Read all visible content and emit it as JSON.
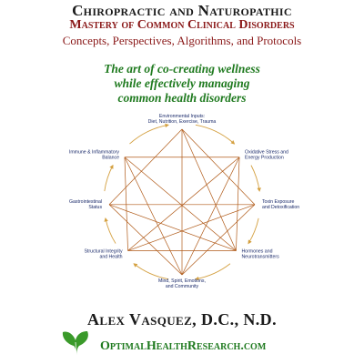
{
  "cover": {
    "title_line1": "Chiropractic and Naturopathic",
    "title_line2": "Mastery of Common Clinical Disorders",
    "title_line3": "Concepts, Perspectives, Algorithms, and Protocols",
    "tagline_line1": "The art of co-creating wellness",
    "tagline_line2": "while effectively managing",
    "tagline_line3": "common health disorders",
    "author": "Alex Vasquez, D.C., N.D.",
    "website": "OptimalHealthResearch.com"
  },
  "diagram": {
    "nodes": [
      {
        "lines": [
          "Environmental Inputs:",
          "Diet, Nutrition, Exercise, Trauma"
        ]
      },
      {
        "lines": [
          "Oxidative Stress and",
          "Energy Production"
        ]
      },
      {
        "lines": [
          "Toxin Exposure",
          "and Detoxification"
        ]
      },
      {
        "lines": [
          "Hormones and",
          "Neurotransmitters"
        ]
      },
      {
        "lines": [
          "Mind, Spirit, Emotions,",
          "and Community"
        ]
      },
      {
        "lines": [
          "Structural Integrity",
          "and Health"
        ]
      },
      {
        "lines": [
          "Gastrointestinal",
          "Status"
        ]
      },
      {
        "lines": [
          "Immune & Inflammatory",
          "Balance"
        ]
      }
    ],
    "colors": {
      "circle_arrows": "#d4a040",
      "star_lines": "#b05a18",
      "label_text": "#1a2a6a"
    }
  },
  "logo": {
    "icon": "ginkgo-leaf-icon",
    "color": "#3a9a2a"
  }
}
